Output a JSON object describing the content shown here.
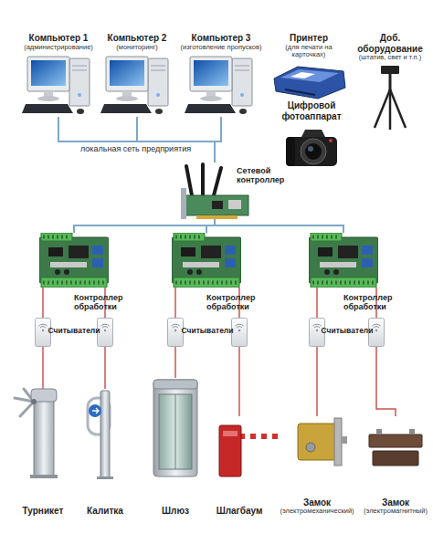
{
  "diagram": {
    "nodes": [
      {
        "text": [
          "Компьютер 1",
          "(администрирование)"
        ]
      },
      {
        "text": [
          "Компьютер 2",
          "(мониторинг)"
        ]
      },
      {
        "text": [
          "Компьютер 3",
          "(изготовление пропусков)"
        ]
      },
      {
        "text": [
          "Принтер",
          "(для печати на карточках)"
        ]
      },
      {
        "text": [
          "Доб. оборудование",
          "(штатив, свет и т.п.)"
        ]
      },
      {
        "text": [
          "Цифровой фотоаппарат"
        ]
      },
      {
        "text": [
          "Сетевой контроллер"
        ]
      },
      {
        "text": [
          "Контроллер обработки"
        ]
      },
      {
        "text": [
          "Контроллер обработки"
        ]
      },
      {
        "text": [
          "Контроллер обработки"
        ]
      },
      {
        "text": [
          "Турникет"
        ]
      },
      {
        "text": [
          "Калитка"
        ]
      },
      {
        "text": [
          "Шлюз"
        ]
      },
      {
        "text": [
          "Шлагбаум"
        ]
      },
      {
        "text": [
          "Замок",
          "(электромеханический)"
        ]
      },
      {
        "text": [
          "Замок",
          "(электромагнитный)"
        ]
      }
    ],
    "edges": [
      {
        "from": 0,
        "to": 6,
        "arrow": "none",
        "label": "локальная сеть предприятия"
      },
      {
        "from": 1,
        "to": 6,
        "arrow": "none"
      },
      {
        "from": 2,
        "to": 6,
        "arrow": "none"
      },
      {
        "from": 6,
        "to": 7,
        "arrow": "none"
      },
      {
        "from": 6,
        "to": 8,
        "arrow": "none"
      },
      {
        "from": 6,
        "to": 9,
        "arrow": "none"
      },
      {
        "from": 7,
        "to": 10,
        "arrow": "none"
      },
      {
        "from": 7,
        "to": 11,
        "arrow": "none"
      },
      {
        "from": 8,
        "to": 12,
        "arrow": "none"
      },
      {
        "from": 8,
        "to": 13,
        "arrow": "none"
      },
      {
        "from": 9,
        "to": 14,
        "arrow": "none"
      },
      {
        "from": 9,
        "to": 15,
        "arrow": "none"
      }
    ],
    "labels": [
      "Считыватели",
      "Считыватели",
      "Считыватели"
    ]
  }
}
